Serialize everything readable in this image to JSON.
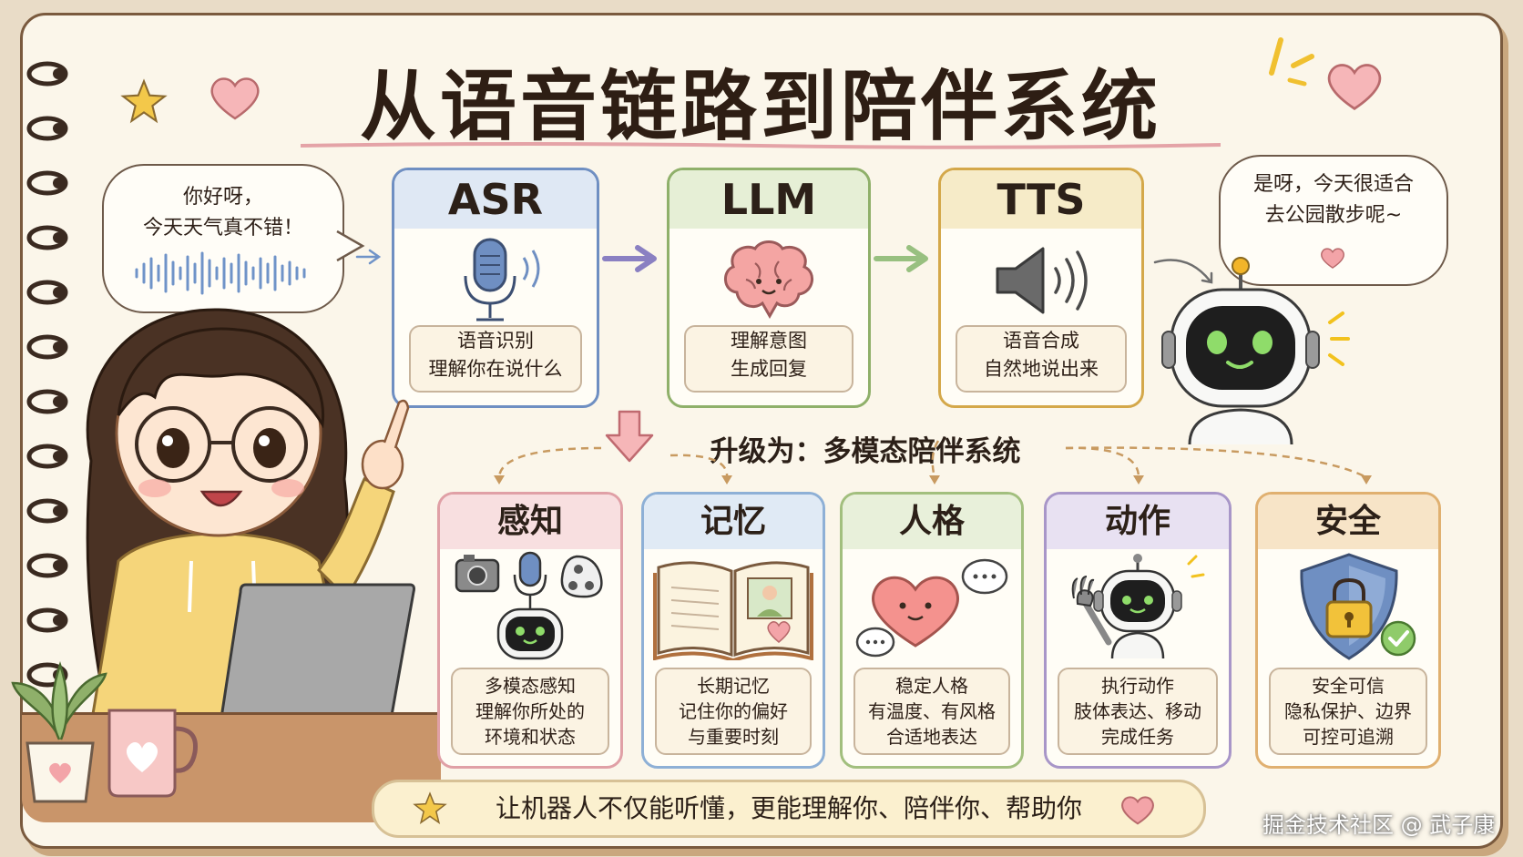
{
  "title": "从语音链路到陪伴系统",
  "user_bubble": {
    "lines": [
      "你好呀，",
      "今天天气真不错！"
    ]
  },
  "robot_bubble": {
    "lines": [
      "是呀，今天很适合",
      "去公园散步呢~"
    ]
  },
  "pipeline": [
    {
      "name": "ASR",
      "desc": [
        "语音识别",
        "理解你在说什么"
      ],
      "icon": "microphone-icon",
      "color": "#6f8fc2",
      "header_bg": "#dfe8f4"
    },
    {
      "name": "LLM",
      "desc": [
        "理解意图",
        "生成回复"
      ],
      "icon": "brain-icon",
      "color": "#8fb06a",
      "header_bg": "#e6efd6"
    },
    {
      "name": "TTS",
      "desc": [
        "语音合成",
        "自然地说出来"
      ],
      "icon": "speaker-icon",
      "color": "#d4a84a",
      "header_bg": "#f6ebc8"
    }
  ],
  "upgrade_label": "升级为：多模态陪伴系统",
  "modules": [
    {
      "name": "感知",
      "desc": [
        "多模态感知",
        "理解你所处的",
        "环境和状态"
      ],
      "icon": "sensor-robot-icon",
      "color": "#e0a0a6",
      "header_bg": "#f8dfe0"
    },
    {
      "name": "记忆",
      "desc": [
        "长期记忆",
        "记住你的偏好",
        "与重要时刻"
      ],
      "icon": "memory-book-icon",
      "color": "#8eb0d6",
      "header_bg": "#e0eaf5"
    },
    {
      "name": "人格",
      "desc": [
        "稳定人格",
        "有温度、有风格",
        "合适地表达"
      ],
      "icon": "heart-chat-icon",
      "color": "#a2bf7e",
      "header_bg": "#e8f0da"
    },
    {
      "name": "动作",
      "desc": [
        "执行动作",
        "肢体表达、移动",
        "完成任务"
      ],
      "icon": "waving-robot-icon",
      "color": "#a896c8",
      "header_bg": "#e8e1f2"
    },
    {
      "name": "安全",
      "desc": [
        "安全可信",
        "隐私保护、边界",
        "可控可追溯"
      ],
      "icon": "shield-lock-icon",
      "color": "#e0b070",
      "header_bg": "#f7e4c7"
    }
  ],
  "banner_text": "让机器人不仅能听懂，更能理解你、陪伴你、帮助你",
  "watermark": "掘金技术社区 @ 武子康"
}
